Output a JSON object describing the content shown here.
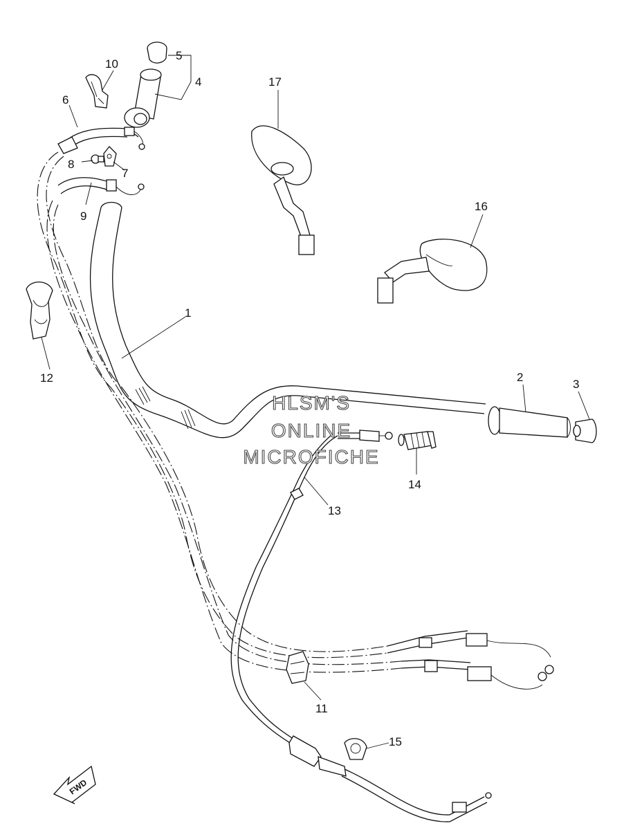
{
  "callouts": [
    "1",
    "2",
    "3",
    "4",
    "5",
    "6",
    "7",
    "8",
    "9",
    "10",
    "11",
    "12",
    "13",
    "14",
    "15",
    "16",
    "17"
  ],
  "watermark": {
    "line1": "HLSM'S",
    "line2": "ONLINE",
    "line3": "MICROFICHE"
  },
  "fwd_label": "FWD"
}
